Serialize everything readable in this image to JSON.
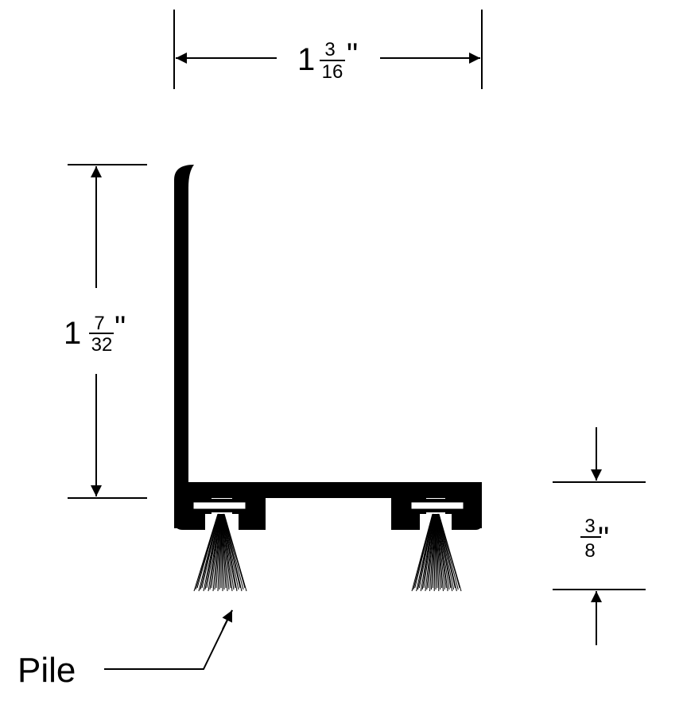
{
  "dimensions": {
    "width": {
      "whole": "1",
      "numerator": "3",
      "denominator": "16",
      "unit": "\""
    },
    "height": {
      "whole": "1",
      "numerator": "7",
      "denominator": "32",
      "unit": "\""
    },
    "pile_height": {
      "numerator": "3",
      "denominator": "8",
      "unit": "\""
    }
  },
  "callout": {
    "label": "Pile"
  },
  "colors": {
    "ink": "#000000",
    "background": "#ffffff"
  }
}
